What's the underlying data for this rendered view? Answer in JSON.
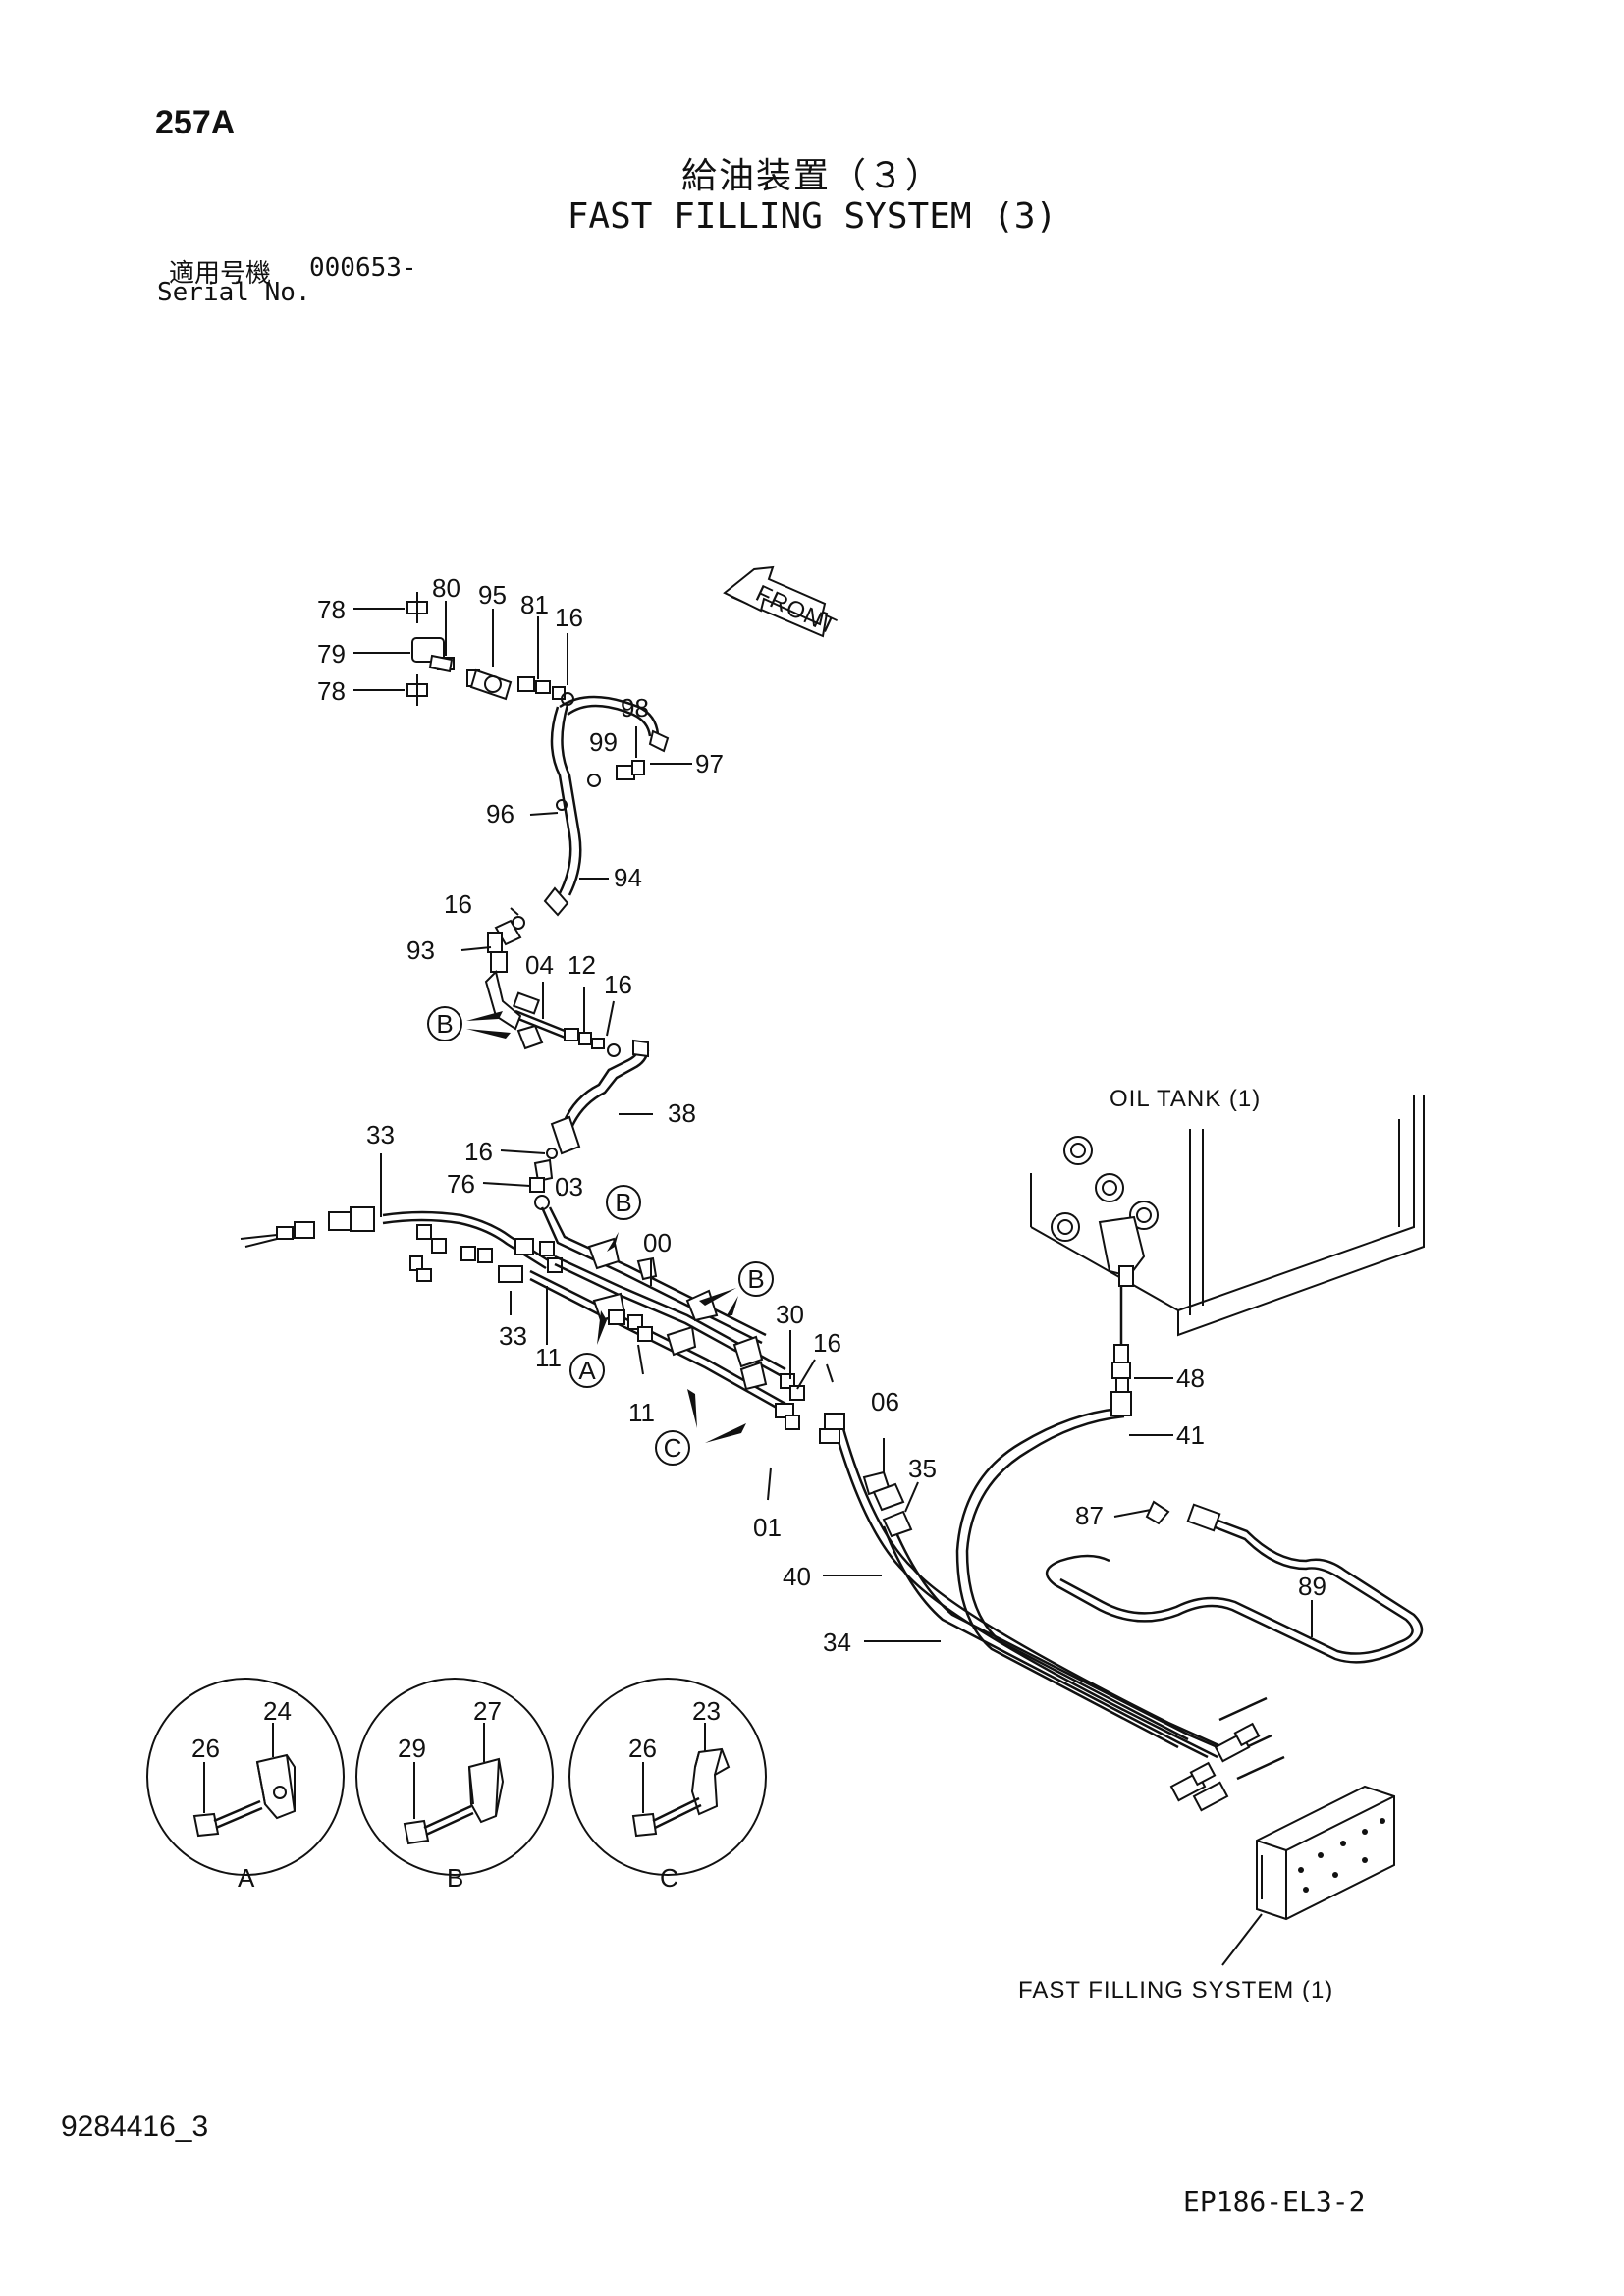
{
  "header": {
    "page_id": "257A",
    "title_jp": "給油装置（３）",
    "title_en": "FAST FILLING SYSTEM (3)",
    "serial_label_jp": "適用号機",
    "serial_value": "000653-",
    "serial_label_en": "Serial No."
  },
  "diagram": {
    "front_label": "FRONT",
    "oil_tank_label": "OIL TANK (1)",
    "fast_filling_label": "FAST FILLING SYSTEM (1)",
    "callouts": {
      "p78a": "78",
      "p79": "79",
      "p78b": "78",
      "p80": "80",
      "p95": "95",
      "p81": "81",
      "p16a": "16",
      "p98": "98",
      "p99": "99",
      "p97": "97",
      "p96": "96",
      "p94": "94",
      "p16b": "16",
      "p93": "93",
      "p04": "04",
      "p12": "12",
      "p16c": "16",
      "p38": "38",
      "p33a": "33",
      "p16d": "16",
      "p76": "76",
      "p03": "03",
      "p00": "00",
      "p30": "30",
      "p16e": "16",
      "p33b": "33",
      "p11a": "11",
      "p11b": "11",
      "p06": "06",
      "p35": "35",
      "p01": "01",
      "p40": "40",
      "p34": "34",
      "p48": "48",
      "p41": "41",
      "p87": "87",
      "p89": "89",
      "p24": "24",
      "p26a": "26",
      "p27": "27",
      "p29": "29",
      "p23": "23",
      "p26b": "26"
    },
    "markers": {
      "a": "A",
      "b1": "B",
      "b2": "B",
      "b3": "B",
      "c": "C"
    },
    "detail_views": [
      {
        "letter": "A",
        "bolt": "26",
        "clamp": "24"
      },
      {
        "letter": "B",
        "bolt": "29",
        "clamp": "27"
      },
      {
        "letter": "C",
        "bolt": "26",
        "clamp": "23"
      }
    ]
  },
  "footer": {
    "doc_number": "9284416_3",
    "drawing_code": "EP186-EL3-2"
  }
}
